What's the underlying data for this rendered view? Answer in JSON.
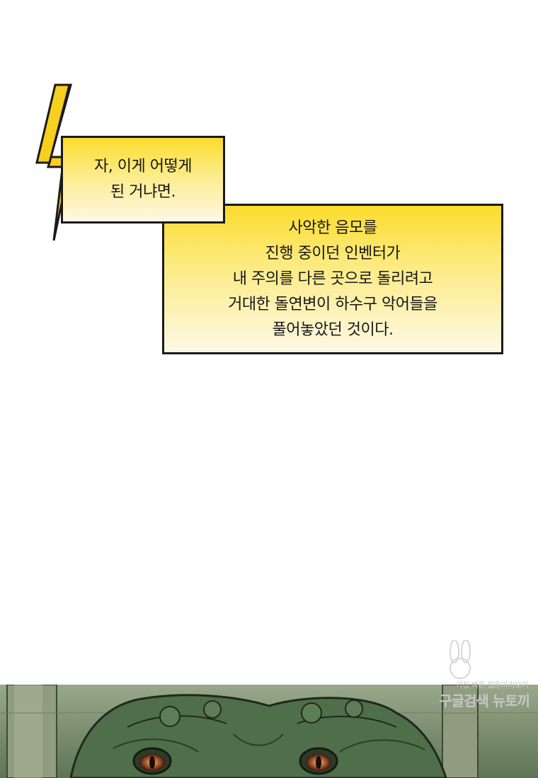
{
  "captions": {
    "first": "자, 이게 어떻게\n된 거냐면.",
    "second": "사악한 음모를\n진행 중이던 인벤터가\n내 주의를 다른 곳으로 돌리려고\n거대한 돌연변이 하수구 악어들을\n풀어놓았던 것이다."
  },
  "watermark": {
    "small": "가장 빠른 웹툰미리보기",
    "big": "구글검색 뉴토끼"
  },
  "colors": {
    "caption_top": "#fbdc2c",
    "caption_bottom": "#fdf8e6",
    "border": "#1a1a1a",
    "scene_green": "#4f6e4a"
  }
}
